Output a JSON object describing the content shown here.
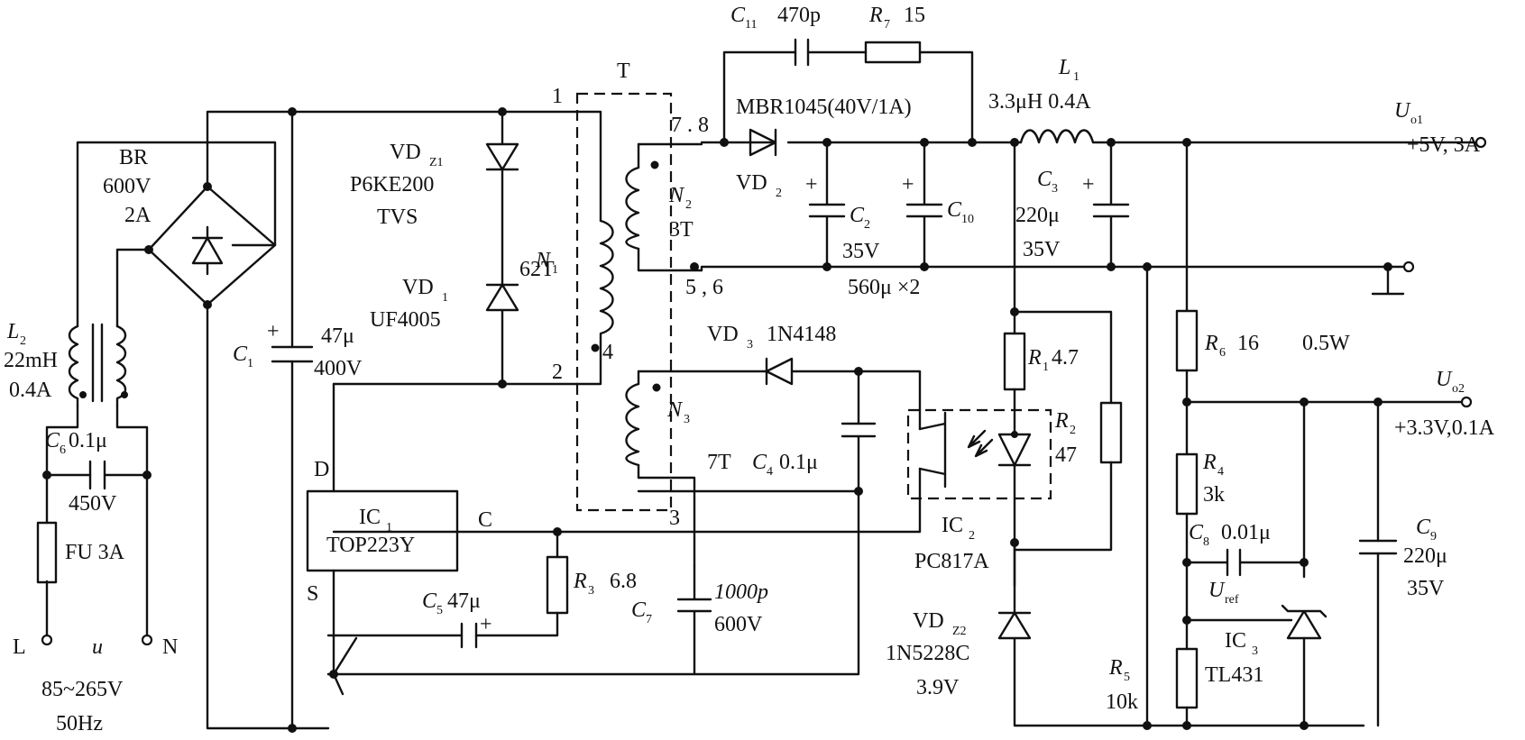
{
  "L": "L",
  "u": "u",
  "N": "N",
  "input_v": "85~265V",
  "input_f": "50Hz",
  "FU": "FU 3A",
  "C6_v": "450V",
  "C6_name": "C",
  "C6_sub": "6",
  "C6_val": "0.1μ",
  "L2_name": "L",
  "L2_sub": "2",
  "L2_val": "22mH",
  "L2_i": "0.4A",
  "BR_name": "BR",
  "BR_v": "600V",
  "BR_i": "2A",
  "C1_name": "C",
  "C1_sub": "1",
  "C1_plus": "+",
  "C1_val": "47μ",
  "C1_v": "400V",
  "VDZ1_name": "VD",
  "VDZ1_sub": "Z1",
  "VDZ1_part": "P6KE200",
  "VDZ1_type": "TVS",
  "VD1_name": "VD",
  "VD1_sub": "1",
  "VD1_part": "UF4005",
  "T_name": "T",
  "pin1": "1",
  "pin2": "2",
  "pin4": "4",
  "pin3": "3",
  "pin78": "7 . 8",
  "pin56": "5 , 6",
  "N1_name": "N",
  "N1_sub": "1",
  "N1_turns": "62T",
  "N2_name": "N",
  "N2_sub": "2",
  "N2_turns": "3T",
  "N3_name": "N",
  "N3_sub": "3",
  "N3_turns": "7T",
  "C11_name": "C",
  "C11_sub": "11",
  "C11_val": "470p",
  "R7_name": "R",
  "R7_sub": "7",
  "R7_val": "15",
  "VD2_part": "MBR1045(40V/1A)",
  "VD2_name": "VD",
  "VD2_sub": "2",
  "L1_name": "L",
  "L1_sub": "1",
  "L1_val": "3.3μH  0.4A",
  "Uo1_name": "U",
  "Uo1_sub": "o1",
  "Uo1_val": "+5V, 3A",
  "C2_name": "C",
  "C2_sub": "2",
  "C2_v": "35V",
  "C2_val": "560μ ×2",
  "C10_name": "C",
  "C10_sub": "10",
  "C3_name": "C",
  "C3_sub": "3",
  "C3_val": "220μ",
  "C3_v": "35V",
  "VD3_name": "VD",
  "VD3_sub": "3",
  "VD3_part": "1N4148",
  "C4_name": "C",
  "C4_sub": "4",
  "C4_val": "0.1μ",
  "IC1_name": "IC",
  "IC1_sub": "1",
  "IC1_part": "TOP223Y",
  "D": "D",
  "S": "S",
  "Cpin": "C",
  "R3_name": "R",
  "R3_sub": "3",
  "R3_val": "6.8",
  "C5_name": "C",
  "C5_sub": "5",
  "C5_val": "47μ",
  "C7_name": "C",
  "C7_sub": "7",
  "C7_val": "1000p",
  "C7_v": "600V",
  "R1_name": "R",
  "R1_sub": "1",
  "R1_val": "4.7",
  "R2_name": "R",
  "R2_sub": "2",
  "R2_val": "47",
  "IC2_name": "IC",
  "IC2_sub": "2",
  "IC2_part": "PC817A",
  "VDZ2_name": "VD",
  "VDZ2_sub": "Z2",
  "VDZ2_part": "1N5228C",
  "VDZ2_v": "3.9V",
  "R6_name": "R",
  "R6_sub": "6",
  "R6_val": "16",
  "R6_p": "0.5W",
  "Uo2_name": "U",
  "Uo2_sub": "o2",
  "Uo2_val": "+3.3V,0.1A",
  "R4_name": "R",
  "R4_sub": "4",
  "R4_val": "3k",
  "C8_name": "C",
  "C8_sub": "8",
  "C8_val": "0.01μ",
  "Uref_name": "U",
  "Uref_sub": "ref",
  "IC3_name": "IC",
  "IC3_sub": "3",
  "IC3_part": "TL431",
  "R5_name": "R",
  "R5_sub": "5",
  "R5_val": "10k",
  "C9_name": "C",
  "C9_sub": "9",
  "C9_val": "220μ",
  "C9_v": "35V"
}
